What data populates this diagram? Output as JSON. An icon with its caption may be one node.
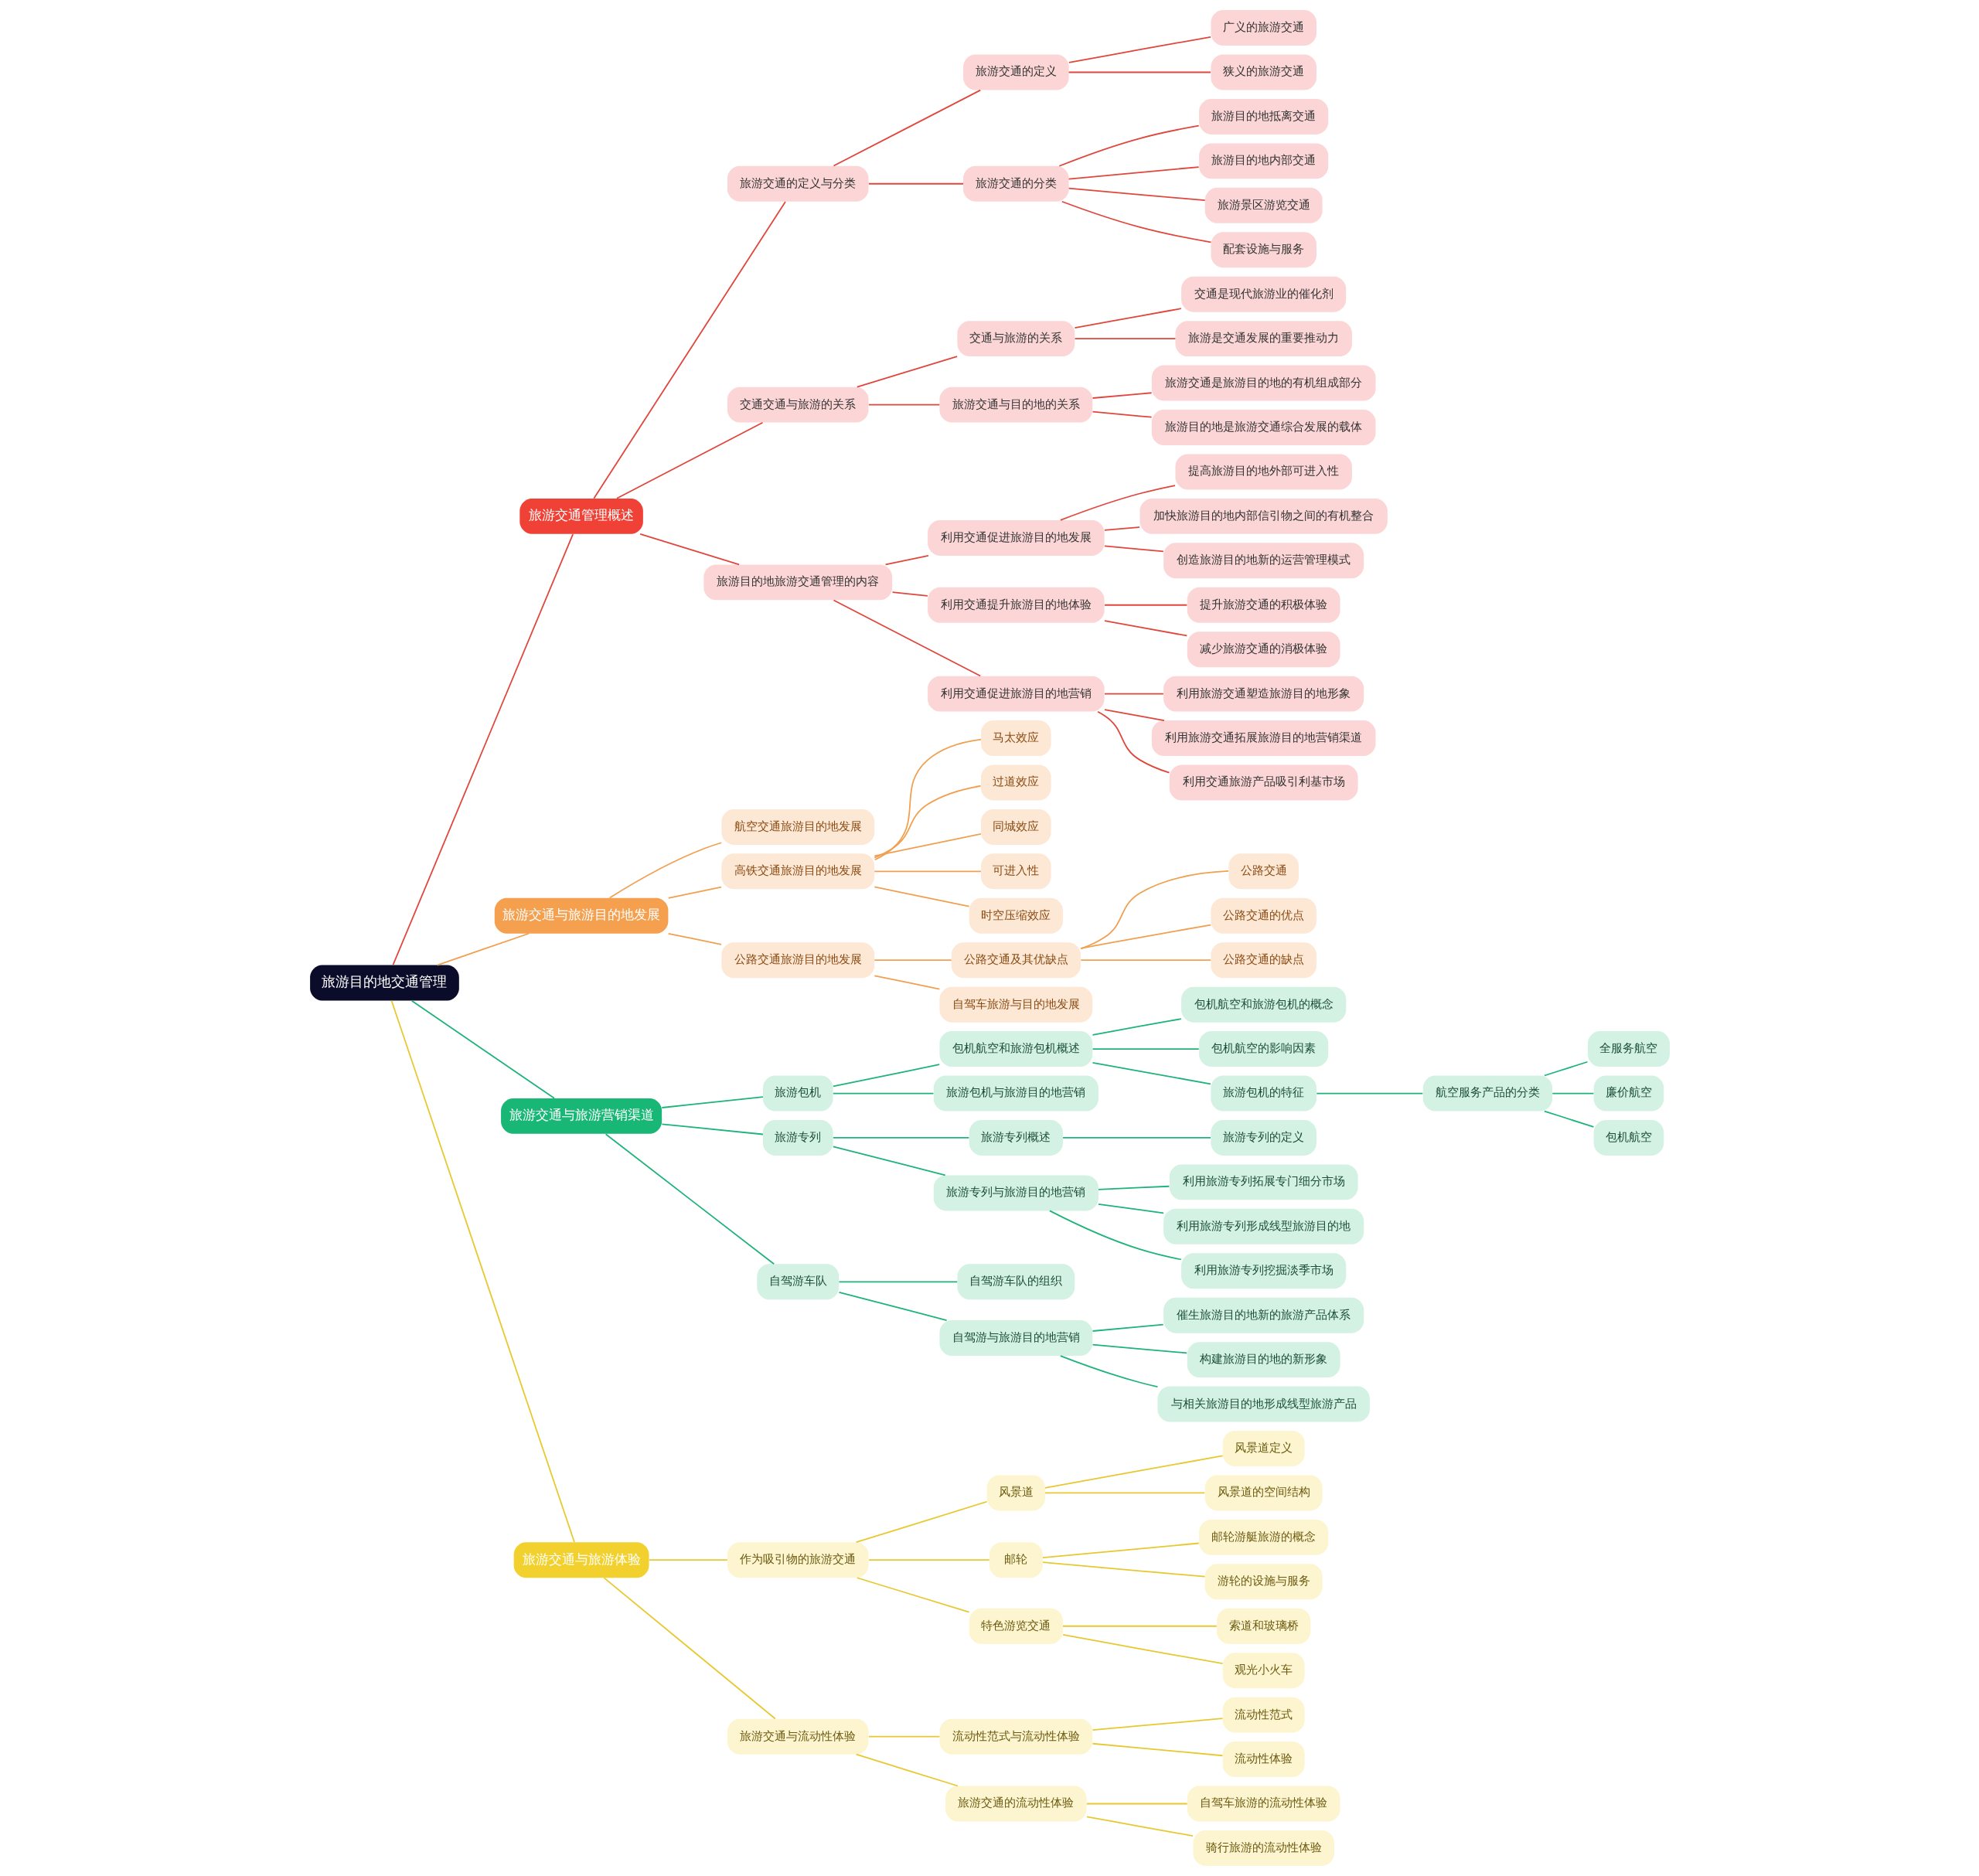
{
  "diagram": {
    "nodes": [
      {
        "text": [
          "旅游目的地交通管理"
        ]
      },
      {
        "text": [
          "旅游交通管理概述"
        ]
      },
      {
        "text": [
          "旅游交通的定义与分类"
        ]
      },
      {
        "text": [
          "旅游交通的定义"
        ]
      },
      {
        "text": [
          "广义的旅游交通"
        ]
      },
      {
        "text": [
          "狭义的旅游交通"
        ]
      },
      {
        "text": [
          "旅游交通的分类"
        ]
      },
      {
        "text": [
          "旅游目的地抵离交通"
        ]
      },
      {
        "text": [
          "旅游目的地内部交通"
        ]
      },
      {
        "text": [
          "旅游景区游览交通"
        ]
      },
      {
        "text": [
          "配套设施与服务"
        ]
      },
      {
        "text": [
          "交通交通与旅游的关系"
        ]
      },
      {
        "text": [
          "交通与旅游的关系"
        ]
      },
      {
        "text": [
          "交通是现代旅游业的催化剂"
        ]
      },
      {
        "text": [
          "旅游是交通发展的重要推动力"
        ]
      },
      {
        "text": [
          "旅游交通与目的地的关系"
        ]
      },
      {
        "text": [
          "旅游交通是旅游目的地的有机组成部分"
        ]
      },
      {
        "text": [
          "旅游目的地是旅游交通综合发展的载体"
        ]
      },
      {
        "text": [
          "旅游目的地旅游交通管理的内容"
        ]
      },
      {
        "text": [
          "利用交通促进旅游目的地发展"
        ]
      },
      {
        "text": [
          "提高旅游目的地外部可进入性"
        ]
      },
      {
        "text": [
          "加快旅游目的地内部信引物之间的有机整合"
        ]
      },
      {
        "text": [
          "创造旅游目的地新的运营管理模式"
        ]
      },
      {
        "text": [
          "利用交通提升旅游目的地体验"
        ]
      },
      {
        "text": [
          "提升旅游交通的积极体验"
        ]
      },
      {
        "text": [
          "减少旅游交通的消极体验"
        ]
      },
      {
        "text": [
          "利用交通促进旅游目的地营销"
        ]
      },
      {
        "text": [
          "利用旅游交通塑造旅游目的地形象"
        ]
      },
      {
        "text": [
          "利用旅游交通拓展旅游目的地营销渠道"
        ]
      },
      {
        "text": [
          "利用交通旅游产品吸引利基市场"
        ]
      },
      {
        "text": [
          "旅游交通与旅游目的地发展"
        ]
      },
      {
        "text": [
          "航空交通旅游目的地发展"
        ]
      },
      {
        "text": [
          "高铁交通旅游目的地发展"
        ]
      },
      {
        "text": [
          "马太效应"
        ]
      },
      {
        "text": [
          "过道效应"
        ]
      },
      {
        "text": [
          "同城效应"
        ]
      },
      {
        "text": [
          "可进入性"
        ]
      },
      {
        "text": [
          "时空压缩效应"
        ]
      },
      {
        "text": [
          "公路交通旅游目的地发展"
        ]
      },
      {
        "text": [
          "公路交通及其优缺点"
        ]
      },
      {
        "text": [
          "公路交通"
        ]
      },
      {
        "text": [
          "公路交通的优点"
        ]
      },
      {
        "text": [
          "公路交通的缺点"
        ]
      },
      {
        "text": [
          "自驾车旅游与目的地发展"
        ]
      },
      {
        "text": [
          "旅游交通与旅游营销渠道"
        ]
      },
      {
        "text": [
          "旅游包机"
        ]
      },
      {
        "text": [
          "包机航空和旅游包机概述"
        ]
      },
      {
        "text": [
          "包机航空和旅游包机的概念"
        ]
      },
      {
        "text": [
          "包机航空的影响因素"
        ]
      },
      {
        "text": [
          "旅游包机的特征"
        ]
      },
      {
        "text": [
          "航空服务产品的分类"
        ]
      },
      {
        "text": [
          "全服务航空"
        ]
      },
      {
        "text": [
          "廉价航空"
        ]
      },
      {
        "text": [
          "包机航空"
        ]
      },
      {
        "text": [
          "旅游包机与旅游目的地营销"
        ]
      },
      {
        "text": [
          "旅游专列"
        ]
      },
      {
        "text": [
          "旅游专列概述"
        ]
      },
      {
        "text": [
          "旅游专列的定义"
        ]
      },
      {
        "text": [
          "旅游专列与旅游目的地营销"
        ]
      },
      {
        "text": [
          "利用旅游专列拓展专门细分市场"
        ]
      },
      {
        "text": [
          "利用旅游专列形成线型旅游目的地"
        ]
      },
      {
        "text": [
          "利用旅游专列挖掘淡季市场"
        ]
      },
      {
        "text": [
          "自驾游车队"
        ]
      },
      {
        "text": [
          "自驾游车队的组织"
        ]
      },
      {
        "text": [
          "自驾游与旅游目的地营销"
        ]
      },
      {
        "text": [
          "催生旅游目的地新的旅游产品体系"
        ]
      },
      {
        "text": [
          "构建旅游目的地的新形象"
        ]
      },
      {
        "text": [
          "与相关旅游目的地形成线型旅游产品"
        ]
      },
      {
        "text": [
          "旅游交通与旅游体验"
        ]
      },
      {
        "text": [
          "作为吸引物的旅游交通"
        ]
      },
      {
        "text": [
          "风景道"
        ]
      },
      {
        "text": [
          "风景道定义"
        ]
      },
      {
        "text": [
          "风景道的空间结构"
        ]
      },
      {
        "text": [
          "邮轮"
        ]
      },
      {
        "text": [
          "邮轮游艇旅游的概念"
        ]
      },
      {
        "text": [
          "游轮的设施与服务"
        ]
      },
      {
        "text": [
          "特色游览交通"
        ]
      },
      {
        "text": [
          "索道和玻璃桥"
        ]
      },
      {
        "text": [
          "观光小火车"
        ]
      },
      {
        "text": [
          "旅游交通与流动性体验"
        ]
      },
      {
        "text": [
          "流动性范式与流动性体验"
        ]
      },
      {
        "text": [
          "流动性范式"
        ]
      },
      {
        "text": [
          "流动性体验"
        ]
      },
      {
        "text": [
          "旅游交通的流动性体验"
        ]
      },
      {
        "text": [
          "自驾车旅游的流动性体验"
        ]
      },
      {
        "text": [
          "骑行旅游的流动性体验"
        ]
      }
    ],
    "edges": [
      {
        "from": 0,
        "to": 1,
        "arrow": "none",
        "color": "#e0463c"
      },
      {
        "from": 1,
        "to": 2,
        "arrow": "none",
        "color": "#e0463c"
      },
      {
        "from": 2,
        "to": 3,
        "arrow": "none",
        "color": "#e0463c"
      },
      {
        "from": 3,
        "to": 4,
        "arrow": "none",
        "color": "#e0463c"
      },
      {
        "from": 3,
        "to": 5,
        "arrow": "none",
        "color": "#e0463c"
      },
      {
        "from": 2,
        "to": 6,
        "arrow": "none",
        "color": "#e0463c"
      },
      {
        "from": 6,
        "to": 7,
        "arrow": "none",
        "color": "#e0463c"
      },
      {
        "from": 6,
        "to": 8,
        "arrow": "none",
        "color": "#e0463c"
      },
      {
        "from": 6,
        "to": 9,
        "arrow": "none",
        "color": "#e0463c"
      },
      {
        "from": 6,
        "to": 10,
        "arrow": "none",
        "color": "#e0463c"
      },
      {
        "from": 1,
        "to": 11,
        "arrow": "none",
        "color": "#e0463c"
      },
      {
        "from": 11,
        "to": 12,
        "arrow": "none",
        "color": "#e0463c"
      },
      {
        "from": 12,
        "to": 13,
        "arrow": "none",
        "color": "#e0463c"
      },
      {
        "from": 12,
        "to": 14,
        "arrow": "none",
        "color": "#e0463c"
      },
      {
        "from": 11,
        "to": 15,
        "arrow": "none",
        "color": "#e0463c"
      },
      {
        "from": 15,
        "to": 16,
        "arrow": "none",
        "color": "#e0463c"
      },
      {
        "from": 15,
        "to": 17,
        "arrow": "none",
        "color": "#e0463c"
      },
      {
        "from": 1,
        "to": 18,
        "arrow": "none",
        "color": "#e0463c"
      },
      {
        "from": 18,
        "to": 19,
        "arrow": "none",
        "color": "#e0463c"
      },
      {
        "from": 19,
        "to": 20,
        "arrow": "none",
        "color": "#e0463c"
      },
      {
        "from": 19,
        "to": 21,
        "arrow": "none",
        "color": "#e0463c"
      },
      {
        "from": 19,
        "to": 22,
        "arrow": "none",
        "color": "#e0463c"
      },
      {
        "from": 18,
        "to": 23,
        "arrow": "none",
        "color": "#e0463c"
      },
      {
        "from": 23,
        "to": 24,
        "arrow": "none",
        "color": "#e0463c"
      },
      {
        "from": 23,
        "to": 25,
        "arrow": "none",
        "color": "#e0463c"
      },
      {
        "from": 18,
        "to": 26,
        "arrow": "none",
        "color": "#e0463c"
      },
      {
        "from": 26,
        "to": 27,
        "arrow": "none",
        "color": "#e0463c"
      },
      {
        "from": 26,
        "to": 28,
        "arrow": "none",
        "color": "#e0463c"
      },
      {
        "from": 26,
        "to": 29,
        "arrow": "none",
        "color": "#e0463c"
      },
      {
        "from": 0,
        "to": 30,
        "arrow": "none",
        "color": "#f0a050"
      },
      {
        "from": 30,
        "to": 31,
        "arrow": "none",
        "color": "#f0a050"
      },
      {
        "from": 30,
        "to": 32,
        "arrow": "none",
        "color": "#f0a050"
      },
      {
        "from": 32,
        "to": 33,
        "arrow": "none",
        "color": "#f0a050"
      },
      {
        "from": 32,
        "to": 34,
        "arrow": "none",
        "color": "#f0a050"
      },
      {
        "from": 32,
        "to": 35,
        "arrow": "none",
        "color": "#f0a050"
      },
      {
        "from": 32,
        "to": 36,
        "arrow": "none",
        "color": "#f0a050"
      },
      {
        "from": 32,
        "to": 37,
        "arrow": "none",
        "color": "#f0a050"
      },
      {
        "from": 30,
        "to": 38,
        "arrow": "none",
        "color": "#f0a050"
      },
      {
        "from": 38,
        "to": 39,
        "arrow": "none",
        "color": "#f0a050"
      },
      {
        "from": 39,
        "to": 40,
        "arrow": "none",
        "color": "#f0a050"
      },
      {
        "from": 39,
        "to": 41,
        "arrow": "none",
        "color": "#f0a050"
      },
      {
        "from": 39,
        "to": 42,
        "arrow": "none",
        "color": "#f0a050"
      },
      {
        "from": 38,
        "to": 43,
        "arrow": "none",
        "color": "#f0a050"
      },
      {
        "from": 0,
        "to": 44,
        "arrow": "none",
        "color": "#1db37a"
      },
      {
        "from": 44,
        "to": 45,
        "arrow": "none",
        "color": "#1db37a"
      },
      {
        "from": 45,
        "to": 46,
        "arrow": "none",
        "color": "#1db37a"
      },
      {
        "from": 46,
        "to": 47,
        "arrow": "none",
        "color": "#1db37a"
      },
      {
        "from": 46,
        "to": 48,
        "arrow": "none",
        "color": "#1db37a"
      },
      {
        "from": 46,
        "to": 49,
        "arrow": "none",
        "color": "#1db37a"
      },
      {
        "from": 49,
        "to": 50,
        "arrow": "none",
        "color": "#1db37a"
      },
      {
        "from": 50,
        "to": 51,
        "arrow": "none",
        "color": "#1db37a"
      },
      {
        "from": 50,
        "to": 52,
        "arrow": "none",
        "color": "#1db37a"
      },
      {
        "from": 50,
        "to": 53,
        "arrow": "none",
        "color": "#1db37a"
      },
      {
        "from": 45,
        "to": 54,
        "arrow": "none",
        "color": "#1db37a"
      },
      {
        "from": 44,
        "to": 55,
        "arrow": "none",
        "color": "#1db37a"
      },
      {
        "from": 55,
        "to": 56,
        "arrow": "none",
        "color": "#1db37a"
      },
      {
        "from": 56,
        "to": 57,
        "arrow": "none",
        "color": "#1db37a"
      },
      {
        "from": 55,
        "to": 58,
        "arrow": "none",
        "color": "#1db37a"
      },
      {
        "from": 58,
        "to": 59,
        "arrow": "none",
        "color": "#1db37a"
      },
      {
        "from": 58,
        "to": 60,
        "arrow": "none",
        "color": "#1db37a"
      },
      {
        "from": 58,
        "to": 61,
        "arrow": "none",
        "color": "#1db37a"
      },
      {
        "from": 44,
        "to": 62,
        "arrow": "none",
        "color": "#1db37a"
      },
      {
        "from": 62,
        "to": 63,
        "arrow": "none",
        "color": "#1db37a"
      },
      {
        "from": 62,
        "to": 64,
        "arrow": "none",
        "color": "#1db37a"
      },
      {
        "from": 64,
        "to": 65,
        "arrow": "none",
        "color": "#1db37a"
      },
      {
        "from": 64,
        "to": 66,
        "arrow": "none",
        "color": "#1db37a"
      },
      {
        "from": 64,
        "to": 67,
        "arrow": "none",
        "color": "#1db37a"
      },
      {
        "from": 0,
        "to": 68,
        "arrow": "none",
        "color": "#e8c830"
      },
      {
        "from": 68,
        "to": 69,
        "arrow": "none",
        "color": "#e8c830"
      },
      {
        "from": 69,
        "to": 70,
        "arrow": "none",
        "color": "#e8c830"
      },
      {
        "from": 70,
        "to": 71,
        "arrow": "none",
        "color": "#e8c830"
      },
      {
        "from": 70,
        "to": 72,
        "arrow": "none",
        "color": "#e8c830"
      },
      {
        "from": 69,
        "to": 73,
        "arrow": "none",
        "color": "#e8c830"
      },
      {
        "from": 73,
        "to": 74,
        "arrow": "none",
        "color": "#e8c830"
      },
      {
        "from": 73,
        "to": 75,
        "arrow": "none",
        "color": "#e8c830"
      },
      {
        "from": 69,
        "to": 76,
        "arrow": "none",
        "color": "#e8c830"
      },
      {
        "from": 76,
        "to": 77,
        "arrow": "none",
        "color": "#e8c830"
      },
      {
        "from": 76,
        "to": 78,
        "arrow": "none",
        "color": "#e8c830"
      },
      {
        "from": 68,
        "to": 79,
        "arrow": "none",
        "color": "#e8c830"
      },
      {
        "from": 79,
        "to": 80,
        "arrow": "none",
        "color": "#e8c830"
      },
      {
        "from": 80,
        "to": 81,
        "arrow": "none",
        "color": "#e8c830"
      },
      {
        "from": 80,
        "to": 82,
        "arrow": "none",
        "color": "#e8c830"
      },
      {
        "from": 79,
        "to": 83,
        "arrow": "none",
        "color": "#e8c830"
      },
      {
        "from": 83,
        "to": 84,
        "arrow": "none",
        "color": "#e8c830"
      },
      {
        "from": 83,
        "to": 85,
        "arrow": "none",
        "color": "#e8c830"
      }
    ]
  }
}
